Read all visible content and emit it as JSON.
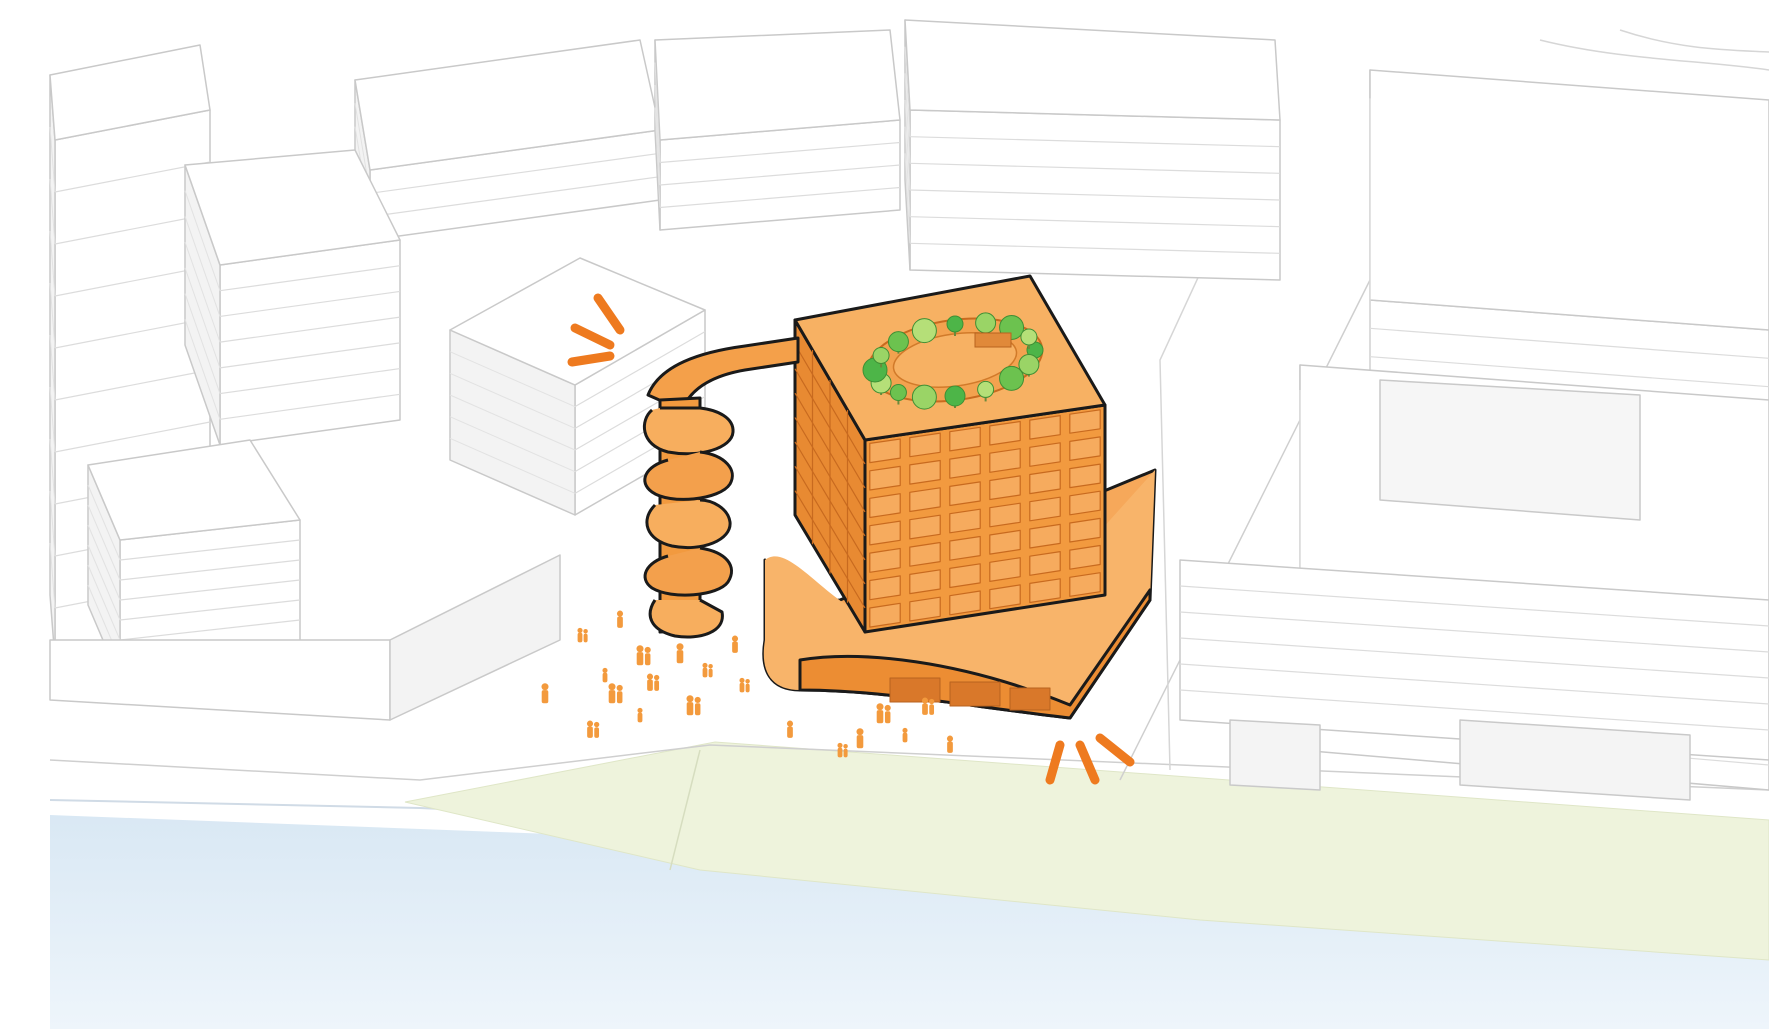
{
  "diagram": {
    "colors": {
      "background": "#ffffff",
      "water_top": "#dfecf6",
      "water_bottom": "#ecf4fb",
      "promenade_green": "#eef3dc",
      "context_fill": "#ffffff",
      "context_side": "#f1f1f1",
      "context_line": "#c9c9c9",
      "highlight_orange": "#f39a3d",
      "highlight_light": "#f8b567",
      "highlight_dark": "#d9782a",
      "outline": "#1a1a1a",
      "tree_green": "#5bbf4a",
      "tree_light": "#a8dc6e",
      "accent_orange": "#ee7a1f"
    },
    "elements": [
      "context-buildings",
      "highlighted-tower",
      "rooftop-garden",
      "sky-bridge",
      "spiral-ramp-tower",
      "podium-base",
      "pedestrian-figures",
      "waterfront-promenade",
      "river",
      "attention-marks"
    ]
  }
}
